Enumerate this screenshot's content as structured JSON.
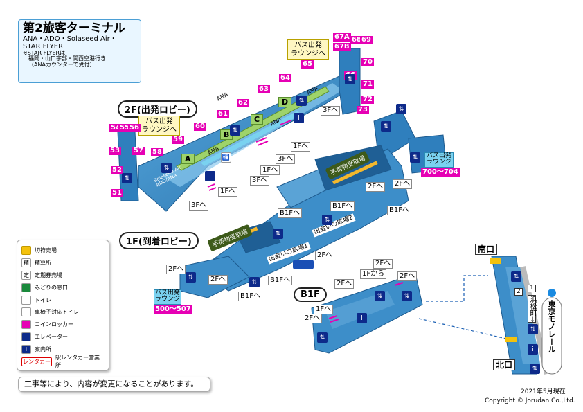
{
  "title_box": {
    "title": "第2旅客ターミナル",
    "airlines": "ANA・ADO・Solaseed Air・",
    "airlines2": "STAR FLYER",
    "note1": "※STAR FLYERは",
    "note2": "福岡・山口宇部・関西空港行き",
    "note3": "（ANAカウンターで受付）"
  },
  "floors": {
    "f2": "2F(出発ロビー)",
    "f1": "1F(到着ロビー)",
    "b1": "B1F"
  },
  "areas": {
    "bus_lounge_top": "バス出発\nラウンジへ",
    "bus_lounge_left": "バス出発\nラウンジへ",
    "bus_lounge_right": "バス出発\nラウンジ",
    "bus_lounge_bottom": "バス出発\nラウンジ",
    "bus_range_right": "700～704",
    "bus_range_bottom": "500～507",
    "baggage1": "手荷物受取場",
    "baggage2": "手荷物受取場",
    "plaza1": "出会いの広場1",
    "plaza2": "出会いの広場2",
    "ana_1": "ANA",
    "ana_2": "ANA",
    "ana_3": "ANA",
    "ana_4": "ANA",
    "solaseed": "Solaseed Air\nADO/ANA"
  },
  "counters": [
    "A",
    "B",
    "C",
    "D"
  ],
  "gates": [
    "51",
    "52",
    "53",
    "54",
    "55",
    "56",
    "57",
    "58",
    "59",
    "60",
    "61",
    "62",
    "63",
    "64",
    "65",
    "66",
    "67A",
    "67B",
    "68",
    "69",
    "70",
    "71",
    "72",
    "73"
  ],
  "directions": {
    "d_3f_a": "3Fへ",
    "d_1f_a": "1Fへ",
    "d_3f_b": "3Fへ",
    "d_1f_b": "1Fへ",
    "d_3f_c": "3Fへ",
    "d_1f_c": "1Fへ",
    "d_3f_d": "3Fへ",
    "d_2f_a": "2Fへ",
    "d_2f_b": "2Fへ",
    "d_b1_a": "B1Fへ",
    "d_b1_b": "B1Fへ",
    "d_b1_c": "B1Fへ",
    "d_b1_d": "B1Fへ",
    "d_b1_e": "B1Fへ",
    "d_2f_c": "2Fへ",
    "d_2f_d": "2Fへ",
    "d_2f_e": "2Fへ",
    "d_2f_f": "2Fへ",
    "d_1f_from": "1Fから",
    "d_2f_g": "2Fへ",
    "d_1f_d": "1Fへ",
    "d_2f_h": "2Fへ",
    "d_2f_i": "2Fへ"
  },
  "station": {
    "south": "南口",
    "north": "北口",
    "line": "東京モノレール",
    "direction": "浜松町→",
    "track1": "1",
    "track2": "2"
  },
  "legend": {
    "items": [
      {
        "icon": "ticket-machine-icon",
        "label": "切符売場"
      },
      {
        "icon": "fare-adjust-icon",
        "label": "精算所",
        "glyph": "精"
      },
      {
        "icon": "commuter-pass-icon",
        "label": "定期券売場",
        "glyph": "定"
      },
      {
        "icon": "midori-window-icon",
        "label": "みどりの窓口"
      },
      {
        "icon": "toilet-icon",
        "label": "トイレ"
      },
      {
        "icon": "accessible-toilet-icon",
        "label": "車椅子対応トイレ"
      },
      {
        "icon": "coin-locker-icon",
        "label": "コインロッカー"
      },
      {
        "icon": "elevator-icon",
        "label": "エレベーター"
      },
      {
        "icon": "info-icon",
        "label": "案内所",
        "glyph": "i"
      },
      {
        "icon": "rental-car-icon",
        "label": "駅レンタカー営業所",
        "glyph": "レンタカー"
      }
    ]
  },
  "notice": "工事等により、内容が変更になることがあります。",
  "footer": {
    "date": "2021年5月現在",
    "copyright": "Copyright © Jorudan Co.,Ltd."
  },
  "colors": {
    "floor_blue": "#3d8ec9",
    "floor_dark": "#1f5f95",
    "floor_light": "#a9d5f2",
    "gate_magenta": "#e600b4",
    "counter_green": "#9ed36a",
    "title_bg": "#e9f6ff"
  }
}
